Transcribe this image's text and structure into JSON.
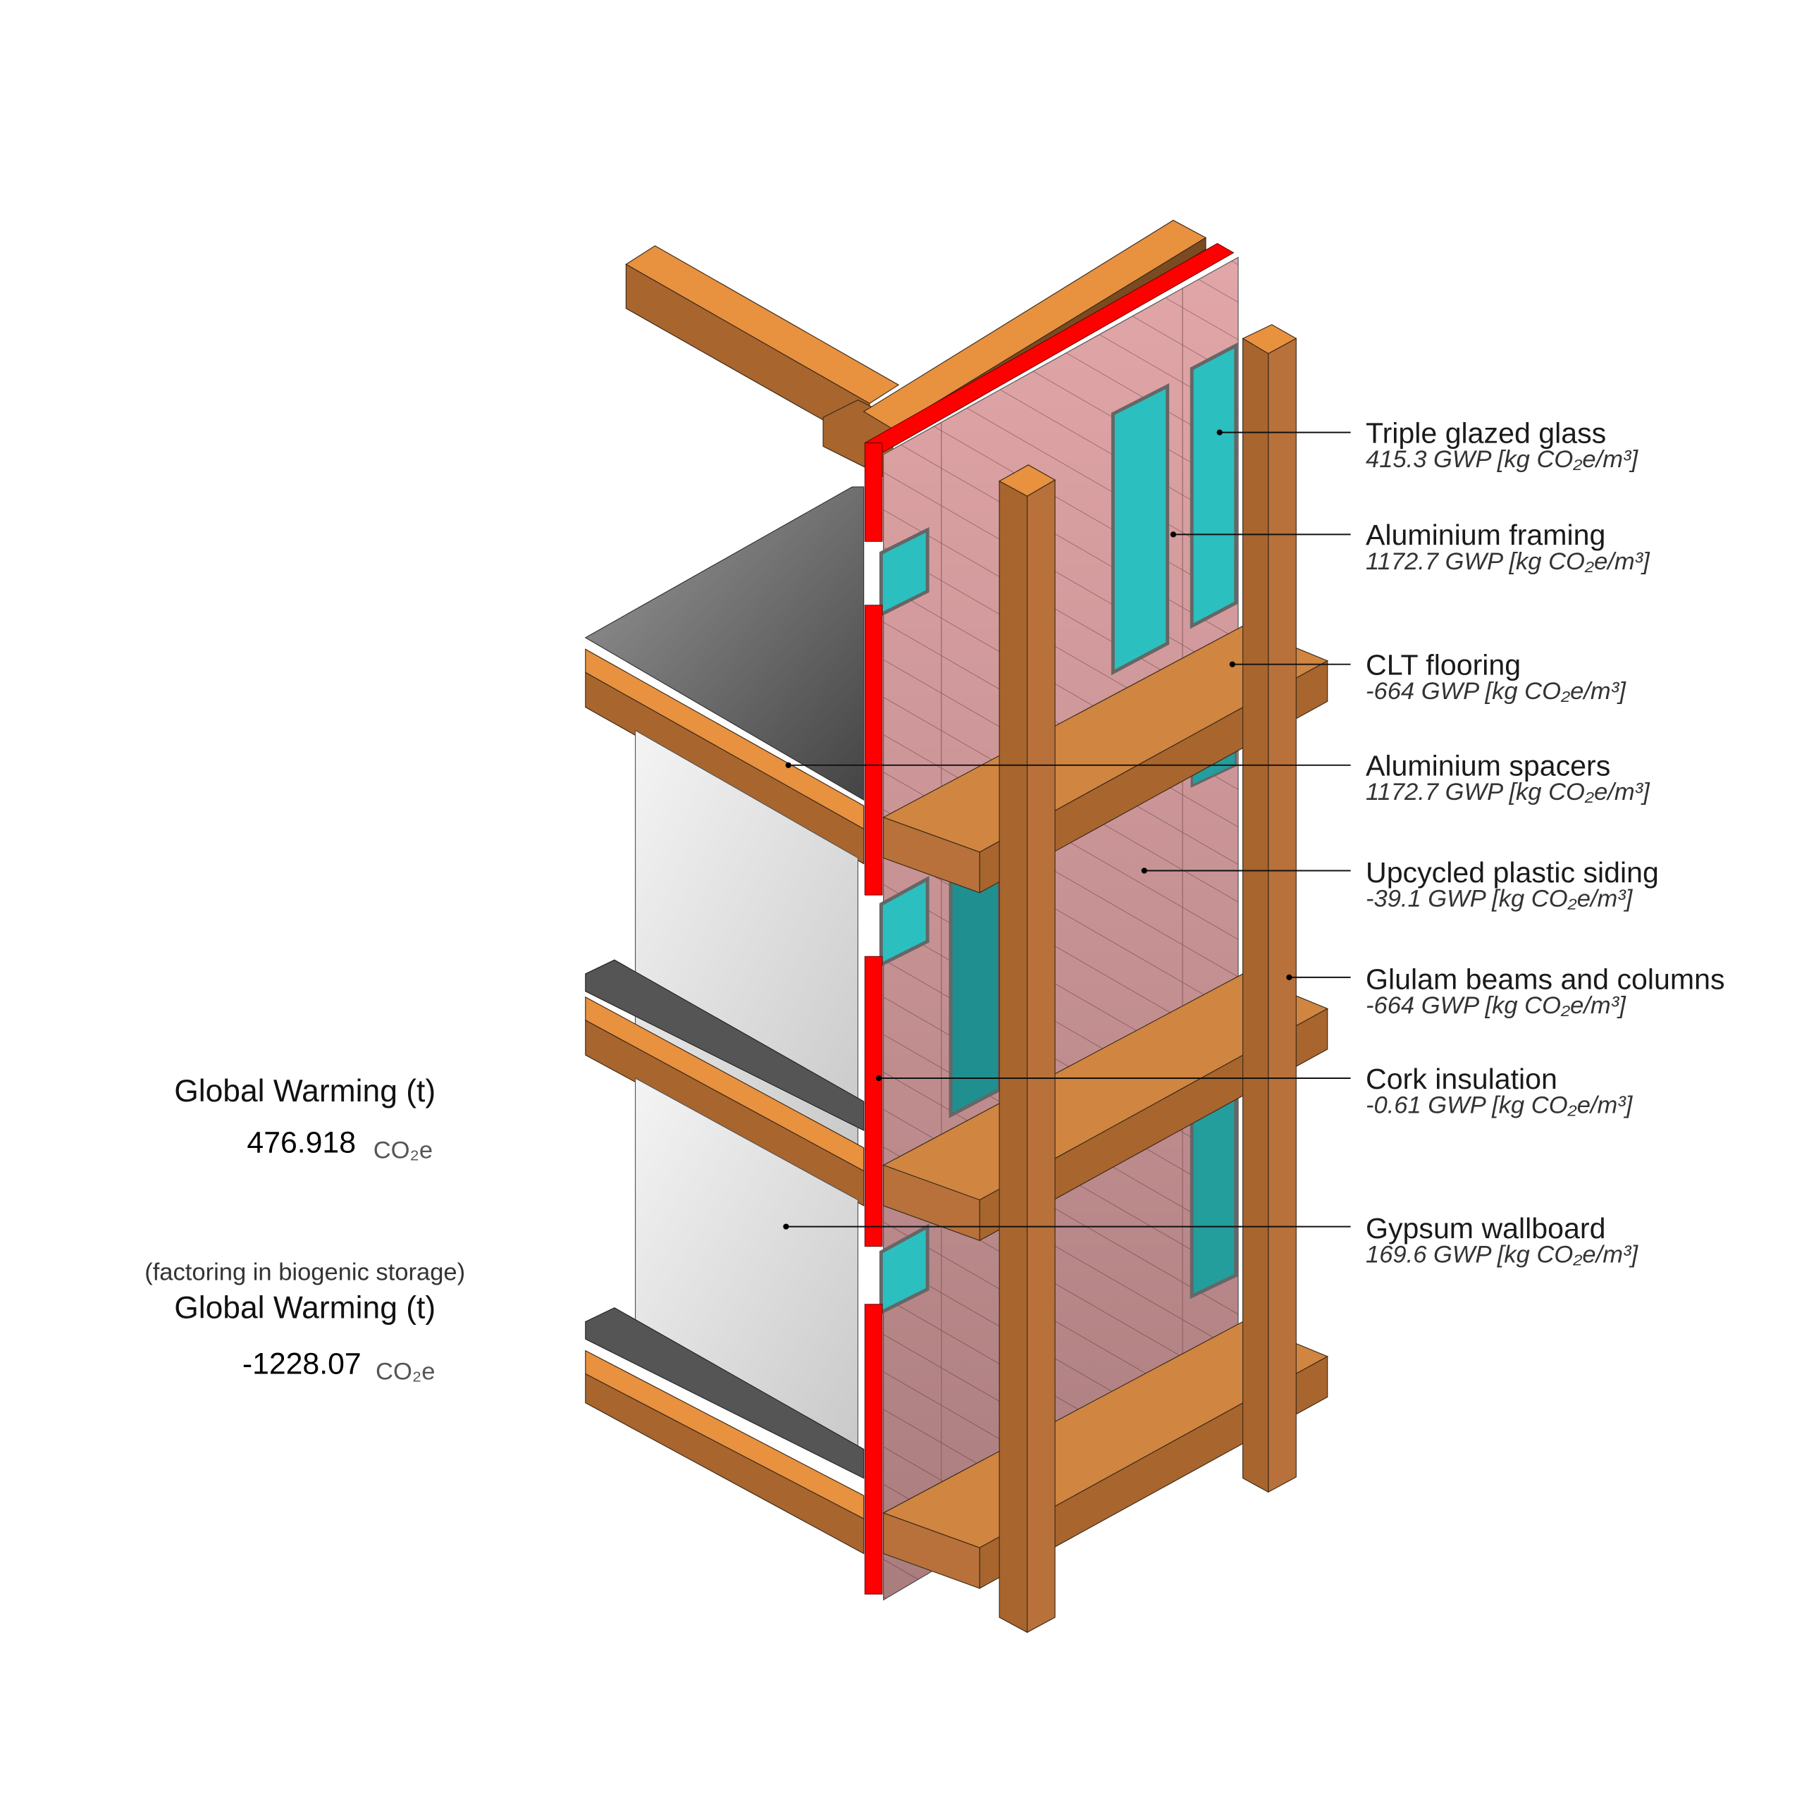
{
  "summary": {
    "gw_title": "Global Warming (t)",
    "gw_value": "476.918",
    "gw_unit": "CO₂e",
    "biogenic_note": "(factoring in biogenic storage)",
    "gw_bio_title": "Global Warming (t)",
    "gw_bio_value": "-1228.07",
    "gw_bio_unit": "CO₂e"
  },
  "materials": [
    {
      "name": "Triple glazed glass",
      "gwp": "415.3 GWP [kg CO₂e/m³]"
    },
    {
      "name": "Aluminium framing",
      "gwp": "1172.7 GWP [kg CO₂e/m³]"
    },
    {
      "name": "CLT flooring",
      "gwp": "-664 GWP [kg CO₂e/m³]"
    },
    {
      "name": "Aluminium spacers",
      "gwp": "1172.7 GWP [kg CO₂e/m³]"
    },
    {
      "name": "Upcycled plastic siding",
      "gwp": "-39.1 GWP [kg CO₂e/m³]"
    },
    {
      "name": "Glulam beams and columns",
      "gwp": "-664 GWP [kg CO₂e/m³]"
    },
    {
      "name": "Cork insulation",
      "gwp": "-0.61 GWP [kg CO₂e/m³]"
    },
    {
      "name": "Gypsum wallboard",
      "gwp": "169.6 GWP [kg CO₂e/m³]"
    }
  ],
  "colors": {
    "timber_top": "#e8913f",
    "timber_side": "#a8652e",
    "cork": "#ff0000",
    "siding": "#e2a6a8",
    "glass": "#2bbfbf",
    "slab": "#6e6e6e"
  }
}
